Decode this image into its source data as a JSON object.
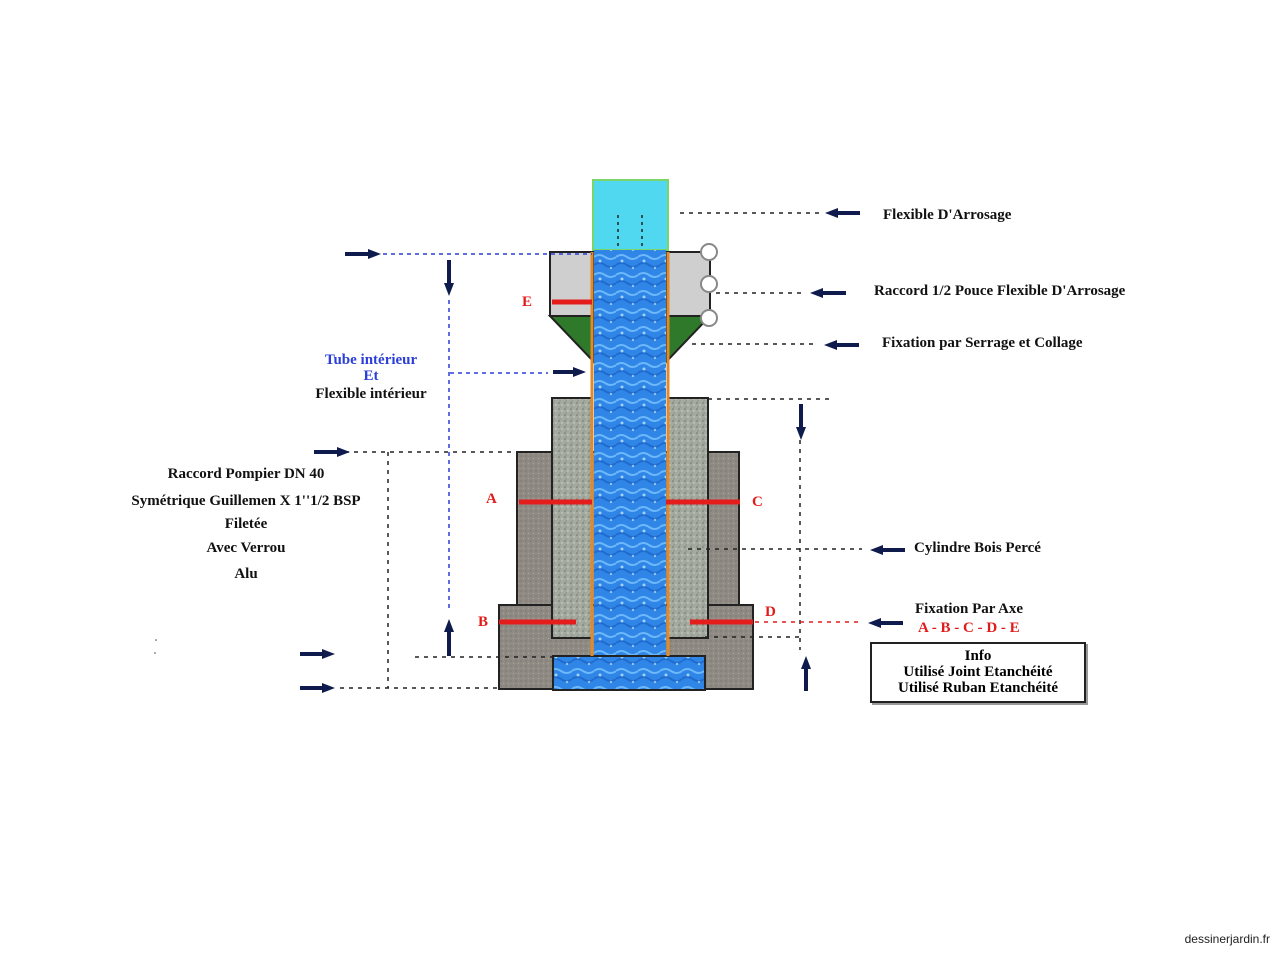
{
  "labels": {
    "flexible_arrosage": "Flexible D'Arrosage",
    "raccord_half_inch": "Raccord  1/2 Pouce Flexible D'Arrosage",
    "fixation_serrage": "Fixation par Serrage et Collage",
    "tube_interieur": "Tube intérieur",
    "et": "Et",
    "flexible_interieur": "Flexible intérieur",
    "raccord_pompier_lines": [
      "Raccord Pompier DN 40",
      "Symétrique Guillemen X 1''1/2 BSP",
      "Filetée",
      "Avec Verrou",
      "Alu"
    ],
    "cylindre_bois": "Cylindre Bois Percé",
    "fixation_axe": "Fixation  Par Axe",
    "axe_letters": "A - B - C - D - E",
    "marker_a": "A",
    "marker_b": "B",
    "marker_c": "C",
    "marker_d": "D",
    "marker_e": "E"
  },
  "info_box": {
    "title": "Info",
    "line1": "Utilisé Joint Etanchéité",
    "line2": "Utilisé Ruban  Etanchéité"
  },
  "credit": "dessinerjardin.fr",
  "colors": {
    "water": "#2f86e6",
    "hose": "#4fd8f0",
    "grey_fitting": "#cfcfcf",
    "green_fixation": "#2f7a2a",
    "aluminium": "#8f8b84",
    "wood_cylinder": "#a4aaa0",
    "axis_red": "#e51c1c",
    "leader_blue": "#2a3fd9",
    "arrow_navy": "#0f1a4d",
    "tube_orange": "#e08a2c"
  }
}
